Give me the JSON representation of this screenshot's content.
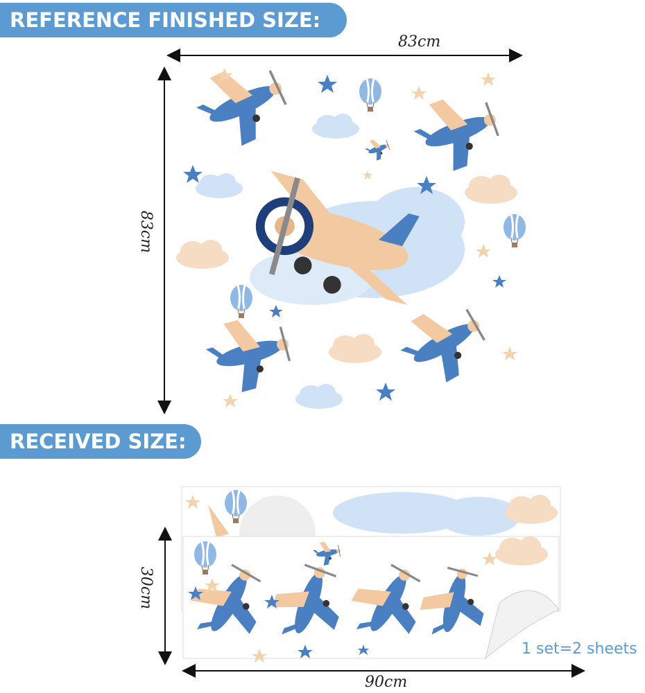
{
  "banners": {
    "reference": "REFERENCE FINISHED SIZE:",
    "received": "RECEIVED SIZE:"
  },
  "dimensions": {
    "finished_width": "83cm",
    "finished_height": "83cm",
    "received_height": "30cm",
    "received_width": "90cm"
  },
  "note": "1 set=2 sheets",
  "colors": {
    "banner": "#5b9bd1",
    "plane_blue": "#4a7fc1",
    "plane_beige": "#f2c9a0",
    "cloud_blue": "#cfe2f6",
    "cloud_beige": "#f6dcc2",
    "star_blue": "#4a7fc1",
    "star_beige": "#f2d3b0"
  }
}
